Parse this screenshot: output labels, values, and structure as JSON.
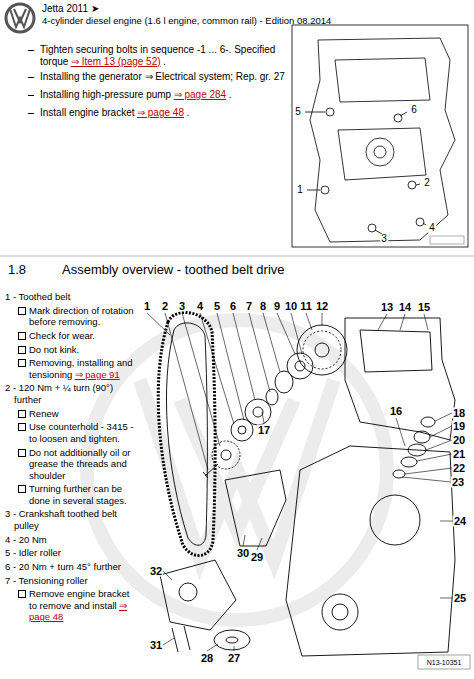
{
  "diagram": {
    "title": "Assembly overview - toothed belt drive",
    "labels": [
      "Jetta 2011 ➤",
      "4-cylinder diesel engine (1.6 l engine, common rail) - Edition 08.2014",
      "Tighten securing bolts in sequence -1 ... 6-. Specified torque",
      "⇒ Item 13 (page 52)",
      ".",
      "Installing the generator ⇒ Electrical system; Rep. gr. 27 .",
      "Installing high-pressure pump",
      "⇒ page 284",
      ".",
      "Install engine bracket",
      "⇒ page 48",
      ".",
      "5",
      "6",
      "1",
      "2",
      "3",
      "4",
      "1.8",
      "1 - Toothed belt",
      "Mark direction of rotation before removing.",
      "Check for wear.",
      "Do not kink.",
      "Removing, installing and tensioning",
      "⇒ page 91",
      "2 - 120 Nm + ¼ turn (90°) further",
      "Renew",
      "Use counterhold - 3415 - to loosen and tighten.",
      "Do not additionally oil or grease the threads and shoulder",
      "Turning further can be done in several stages.",
      "3 - Crankshaft toothed belt pulley",
      "4 - 20 Nm",
      "5 - Idler roller",
      "6 - 20 Nm + turn 45° further",
      "7 - Tensioning roller",
      "Remove engine bracket to remove and install",
      "⇒ page 48",
      "1",
      "2",
      "3",
      "4",
      "5",
      "6",
      "7",
      "8",
      "9",
      "10",
      "11",
      "12",
      "13",
      "14",
      "15",
      "18",
      "19",
      "20",
      "21",
      "22",
      "23",
      "17",
      "16",
      "24",
      "25",
      "30",
      "29",
      "32",
      "31",
      "28",
      "27",
      "N13-10351"
    ]
  }
}
